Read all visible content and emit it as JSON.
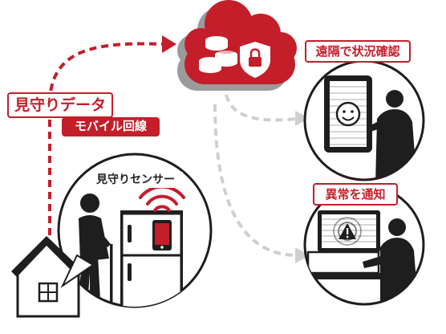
{
  "colors": {
    "accent": "#c41e2a",
    "ink": "#1e1e1e",
    "gray": "#9b9b9b",
    "light_gray": "#cfcfcf"
  },
  "labels": {
    "data_label": "見守りデータ",
    "mobile_label": "モバイル回線",
    "sensor_label": "見守りセンサー",
    "remote_label": "遠隔で状況確認",
    "alert_label": "異常を通知"
  },
  "icons": [
    "cloud-icon",
    "database-icon",
    "shield-lock-icon",
    "house-icon",
    "wifi-signal-icon",
    "smartphone-icon",
    "refrigerator-icon",
    "elderly-person-icon",
    "tablet-icon",
    "smiley-face-icon",
    "laptop-icon",
    "warning-icon",
    "person-icon"
  ]
}
